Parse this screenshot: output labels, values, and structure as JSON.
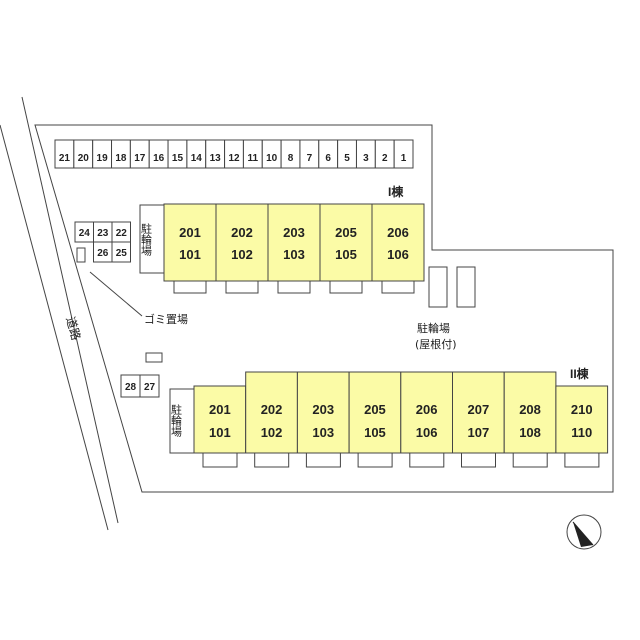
{
  "road_label": "道路",
  "garbage_label": "ゴミ置場",
  "bike_parking_label": "駐輪場",
  "roofed_bike_parking": {
    "line1": "駐輪場",
    "line2": "(屋根付)"
  },
  "parking_top_row": [
    "21",
    "20",
    "19",
    "18",
    "17",
    "16",
    "15",
    "14",
    "13",
    "12",
    "11",
    "10",
    "8",
    "7",
    "6",
    "5",
    "3",
    "2",
    "1"
  ],
  "parking_left_cluster": {
    "row1": [
      "24",
      "23",
      "22"
    ],
    "row2": [
      "26",
      "25"
    ]
  },
  "parking_bottom_left": [
    "28",
    "27"
  ],
  "building_1": {
    "label": "I棟",
    "units": [
      {
        "upper": "201",
        "lower": "101"
      },
      {
        "upper": "202",
        "lower": "102"
      },
      {
        "upper": "203",
        "lower": "103"
      },
      {
        "upper": "205",
        "lower": "105"
      },
      {
        "upper": "206",
        "lower": "106"
      }
    ]
  },
  "building_2": {
    "label": "II棟",
    "units": [
      {
        "upper": "201",
        "lower": "101"
      },
      {
        "upper": "202",
        "lower": "102"
      },
      {
        "upper": "203",
        "lower": "103"
      },
      {
        "upper": "205",
        "lower": "105"
      },
      {
        "upper": "206",
        "lower": "106"
      },
      {
        "upper": "207",
        "lower": "107"
      },
      {
        "upper": "208",
        "lower": "108"
      },
      {
        "upper": "210",
        "lower": "110"
      }
    ]
  },
  "colors": {
    "unit_fill": "#fbfba6",
    "line": "#444444",
    "background": "#ffffff"
  },
  "icons": {
    "compass": "north-arrow-icon"
  }
}
